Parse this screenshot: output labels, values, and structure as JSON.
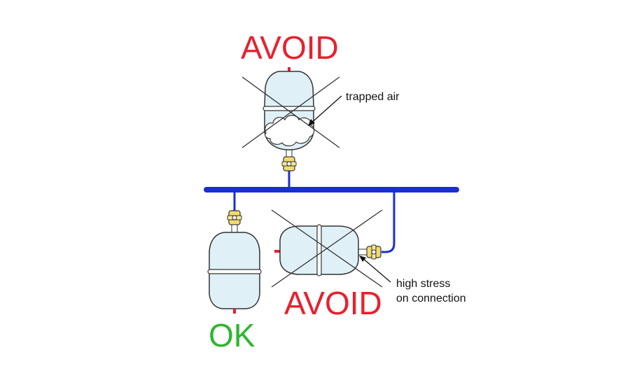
{
  "labels": {
    "avoid_top": "AVOID",
    "avoid_bottom": "AVOID",
    "ok": "OK",
    "trapped_air": "trapped air",
    "high_stress_line1": "high stress",
    "high_stress_line2": "on connection"
  },
  "colors": {
    "avoid": "#e8202e",
    "ok": "#2fb52f",
    "pipe": "#1a2fcf",
    "tank_fill": "#dff1f6",
    "valve": "#f2dc6e",
    "stub": "#e8202e"
  },
  "icons": {
    "tank": "expansion-tank-icon",
    "valve": "ball-valve-icon",
    "cross": "x-mark-icon",
    "air": "air-bubble-icon"
  }
}
